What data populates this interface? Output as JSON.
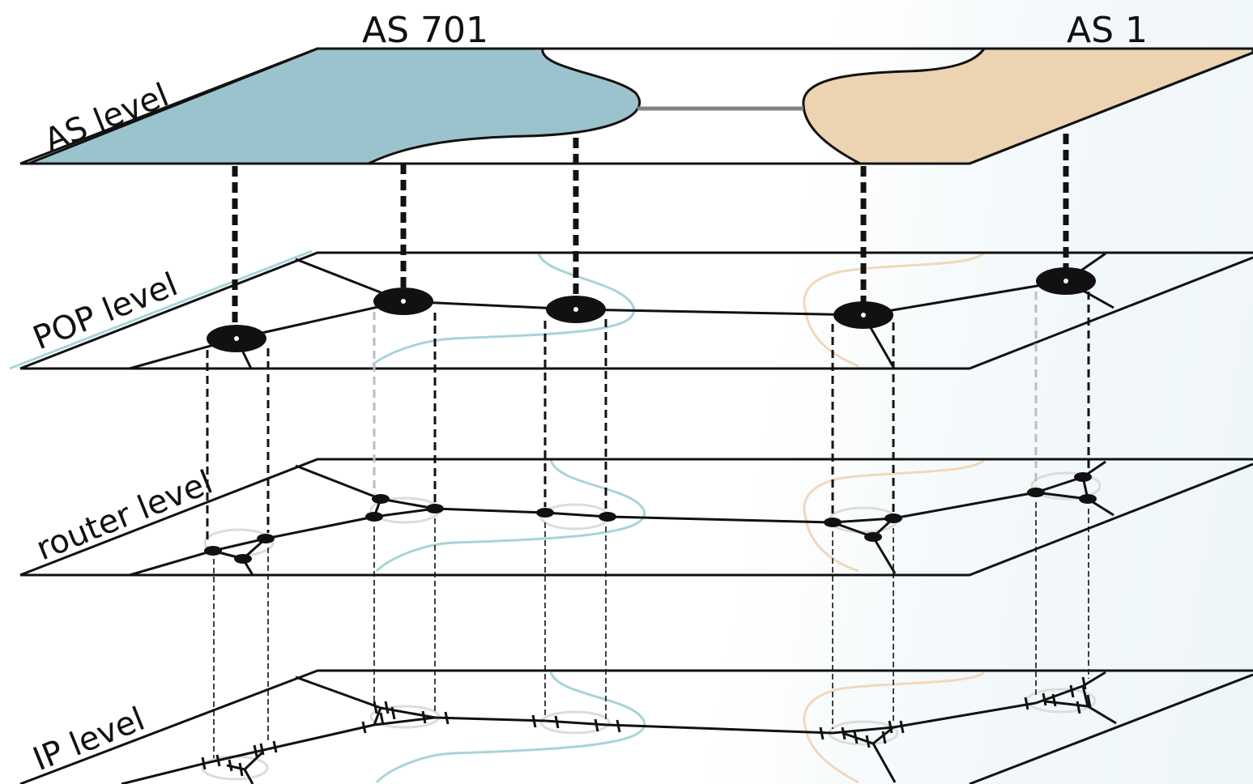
{
  "labels": {
    "as_left": "AS 701",
    "as_right": "AS 1",
    "level_as": "AS level",
    "level_pop": "POP level",
    "level_router": "router level",
    "level_ip": "IP level"
  },
  "colors": {
    "as_701_fill": "#9bc3cd",
    "as_1_fill": "#ecd3b1",
    "as_701_outline_faint": "#a8d4d8",
    "as_1_outline_faint": "#f0d8bc",
    "interdomain_link": "#808285",
    "ink": "#111111"
  },
  "icons": {
    "pop_node": "filled ellipse with white dot",
    "router_node": "small filled ellipse",
    "ip_interface": "tick mark"
  }
}
